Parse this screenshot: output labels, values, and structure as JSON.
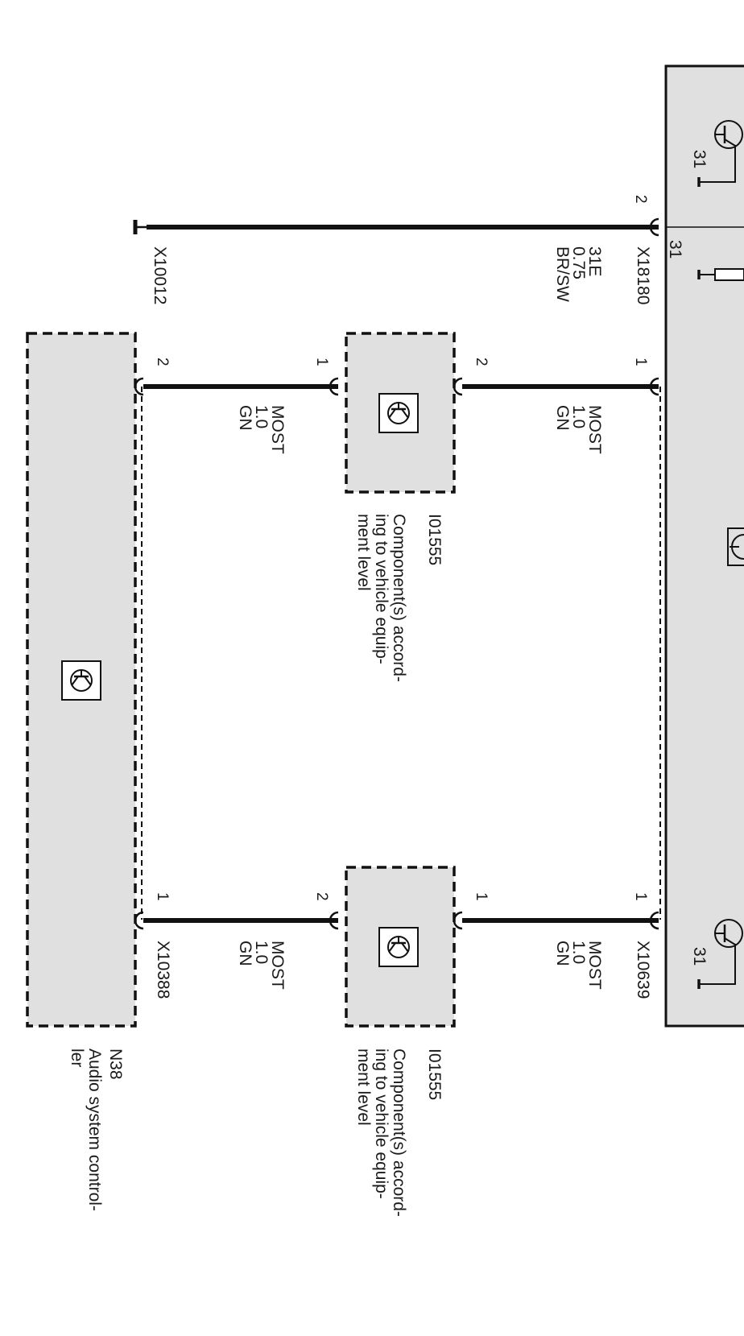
{
  "colors": {
    "module_fill": "#e0e0e0",
    "wire": "#111111",
    "line": "#111111",
    "background": "#ffffff"
  },
  "ground": {
    "ground_31": "31"
  },
  "pins": {
    "p1": "1",
    "p2": "2"
  },
  "wires": {
    "w31e": {
      "code": "31E",
      "gauge": "0.75",
      "color": "BR/SW"
    },
    "most": {
      "code": "MOST",
      "gauge": "1.0",
      "color": "GN"
    }
  },
  "connectors": {
    "x18180": "X18180",
    "x10012": "X10012",
    "x10639": "X10639",
    "x10388": "X10388"
  },
  "components": {
    "optional_top": {
      "code": "I01555",
      "description_lines": [
        "Component(s) accord-",
        "ing to vehicle equip-",
        "ment level"
      ]
    },
    "optional_bottom": {
      "code": "I01555",
      "description_lines": [
        "Component(s) accord-",
        "ing to vehicle equip-",
        "ment level"
      ]
    },
    "n38": {
      "code": "N38",
      "description_lines": [
        "Audio system   control-",
        "ler"
      ]
    }
  },
  "icons": {
    "transistor": "transistor-symbol-icon",
    "ground": "ground-symbol-icon",
    "resistor": "resistor-symbol-icon",
    "connector": "connector-end-icon"
  }
}
